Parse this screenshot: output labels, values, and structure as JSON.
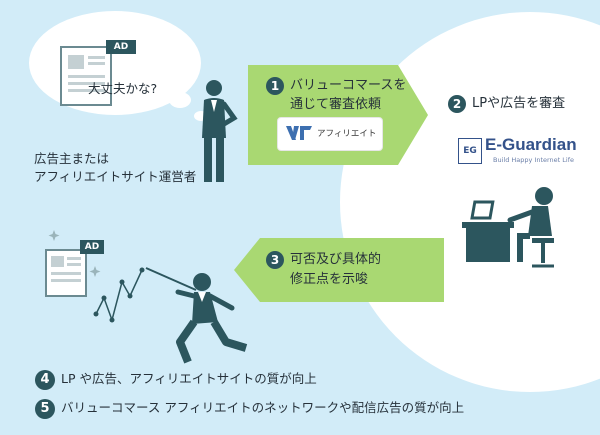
{
  "bubble": {
    "thought": "大丈夫かな?"
  },
  "ad_badge": "AD",
  "advertiser": {
    "line1": "広告主または",
    "line2": "アフィリエイトサイト運営者"
  },
  "step1": {
    "number": "1",
    "line1": "バリューコマースを",
    "line2": "通じて審査依頼"
  },
  "step2": {
    "number": "2",
    "text": "LPや広告を審査"
  },
  "step3": {
    "number": "3",
    "line1": "可否及び具体的",
    "line2": "修正点を示唆"
  },
  "step4": {
    "number": "4",
    "text": "LP や広告、アフィリエイトサイトの質が向上"
  },
  "step5": {
    "number": "5",
    "text": "バリューコマース アフィリエイトのネットワークや配信広告の質が向上"
  },
  "logo_affiliate": {
    "text": "アフィリエイト"
  },
  "logo_eguardian": {
    "box": "EG",
    "name": "E-Guardian",
    "tagline": "Build Happy Internet Life"
  },
  "colors": {
    "bg": "#d2ecf8",
    "green": "#a9d872",
    "dark": "#2c565e",
    "accent_blue": "#34528a"
  }
}
